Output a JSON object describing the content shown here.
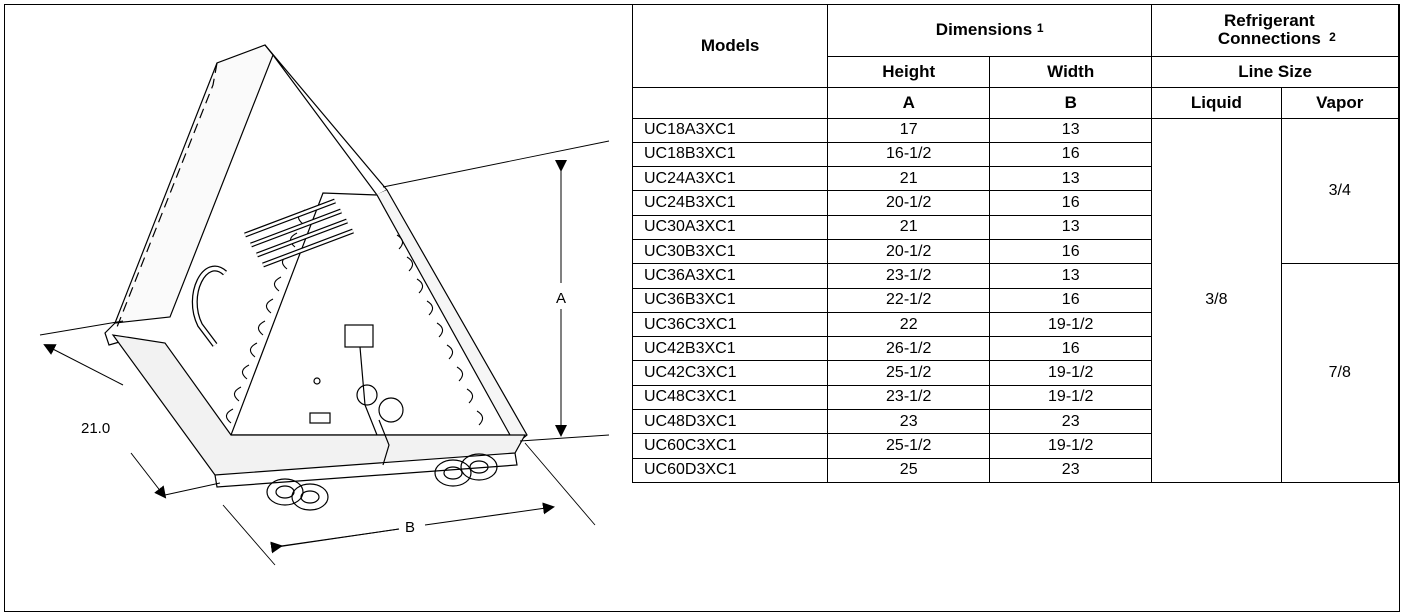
{
  "figure": {
    "dim_a_label": "A",
    "dim_b_label": "B",
    "dim_depth_label": "21.0"
  },
  "table": {
    "header": {
      "models": "Models",
      "dimensions": "Dimensions",
      "dimensions_note": "1",
      "refrigerant": "Refrigerant Connections",
      "refrigerant_note": "2",
      "height": "Height",
      "width": "Width",
      "line_size": "Line Size",
      "a": "A",
      "b": "B",
      "liquid": "Liquid",
      "vapor": "Vapor"
    },
    "liquid_value": "3/8",
    "vapor_value_small": "3/4",
    "vapor_value_large": "7/8",
    "rows": [
      {
        "model": "UC18A3XC1",
        "height": "17",
        "width": "13"
      },
      {
        "model": "UC18B3XC1",
        "height": "16-1/2",
        "width": "16"
      },
      {
        "model": "UC24A3XC1",
        "height": "21",
        "width": "13"
      },
      {
        "model": "UC24B3XC1",
        "height": "20-1/2",
        "width": "16"
      },
      {
        "model": "UC30A3XC1",
        "height": "21",
        "width": "13"
      },
      {
        "model": "UC30B3XC1",
        "height": "20-1/2",
        "width": "16"
      },
      {
        "model": "UC36A3XC1",
        "height": "23-1/2",
        "width": "13"
      },
      {
        "model": "UC36B3XC1",
        "height": "22-1/2",
        "width": "16"
      },
      {
        "model": "UC36C3XC1",
        "height": "22",
        "width": "19-1/2"
      },
      {
        "model": "UC42B3XC1",
        "height": "26-1/2",
        "width": "16"
      },
      {
        "model": "UC42C3XC1",
        "height": "25-1/2",
        "width": "19-1/2"
      },
      {
        "model": "UC48C3XC1",
        "height": "23-1/2",
        "width": "19-1/2"
      },
      {
        "model": "UC48D3XC1",
        "height": "23",
        "width": "23"
      },
      {
        "model": "UC60C3XC1",
        "height": "25-1/2",
        "width": "19-1/2"
      },
      {
        "model": "UC60D3XC1",
        "height": "25",
        "width": "23"
      }
    ]
  }
}
